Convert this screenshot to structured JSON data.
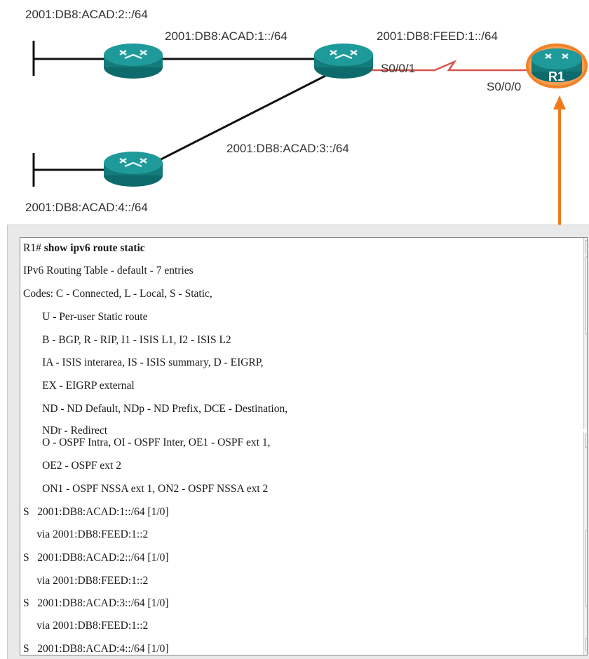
{
  "topology": {
    "networks": {
      "acad2": "2001:DB8:ACAD:2::/64",
      "acad1": "2001:DB8:ACAD:1::/64",
      "feed1": "2001:DB8:FEED:1::/64",
      "acad3": "2001:DB8:ACAD:3::/64",
      "acad4": "2001:DB8:ACAD:4::/64"
    },
    "interfaces": {
      "s001": "S0/0/1",
      "s000": "S0/0/0"
    },
    "routers": {
      "r1": {
        "label": "R1",
        "highlighted": true
      }
    },
    "colors": {
      "router_body": "#1a8f8f",
      "serial_link": "#d9534f",
      "highlight": "#f07b1e"
    }
  },
  "terminal": {
    "prompt": "R1# ",
    "command": "show ipv6 route static",
    "lines": [
      "IPv6 Routing Table - default - 7 entries",
      "Codes: C - Connected, L - Local, S - Static,",
      "       U - Per-user Static route",
      "       B - BGP, R - RIP, I1 - ISIS L1, I2 - ISIS L2",
      "       IA - ISIS interarea, IS - ISIS summary, D - EIGRP,",
      "       EX - EIGRP external",
      "       ND - ND Default, NDp - ND Prefix, DCE - Destination,",
      "       NDr - Redirect",
      "       O - OSPF Intra, OI - OSPF Inter, OE1 - OSPF ext 1,",
      "       OE2 - OSPF ext 2",
      "       ON1 - OSPF NSSA ext 1, ON2 - OSPF NSSA ext 2",
      "S   2001:DB8:ACAD:1::/64 [1/0]",
      "     via 2001:DB8:FEED:1::2",
      "S   2001:DB8:ACAD:2::/64 [1/0]",
      "     via 2001:DB8:FEED:1::2",
      "S   2001:DB8:ACAD:3::/64 [1/0]",
      "     via 2001:DB8:FEED:1::2",
      "S   2001:DB8:ACAD:4::/64 [1/0]"
    ],
    "scrollbar_grip": "≡"
  }
}
